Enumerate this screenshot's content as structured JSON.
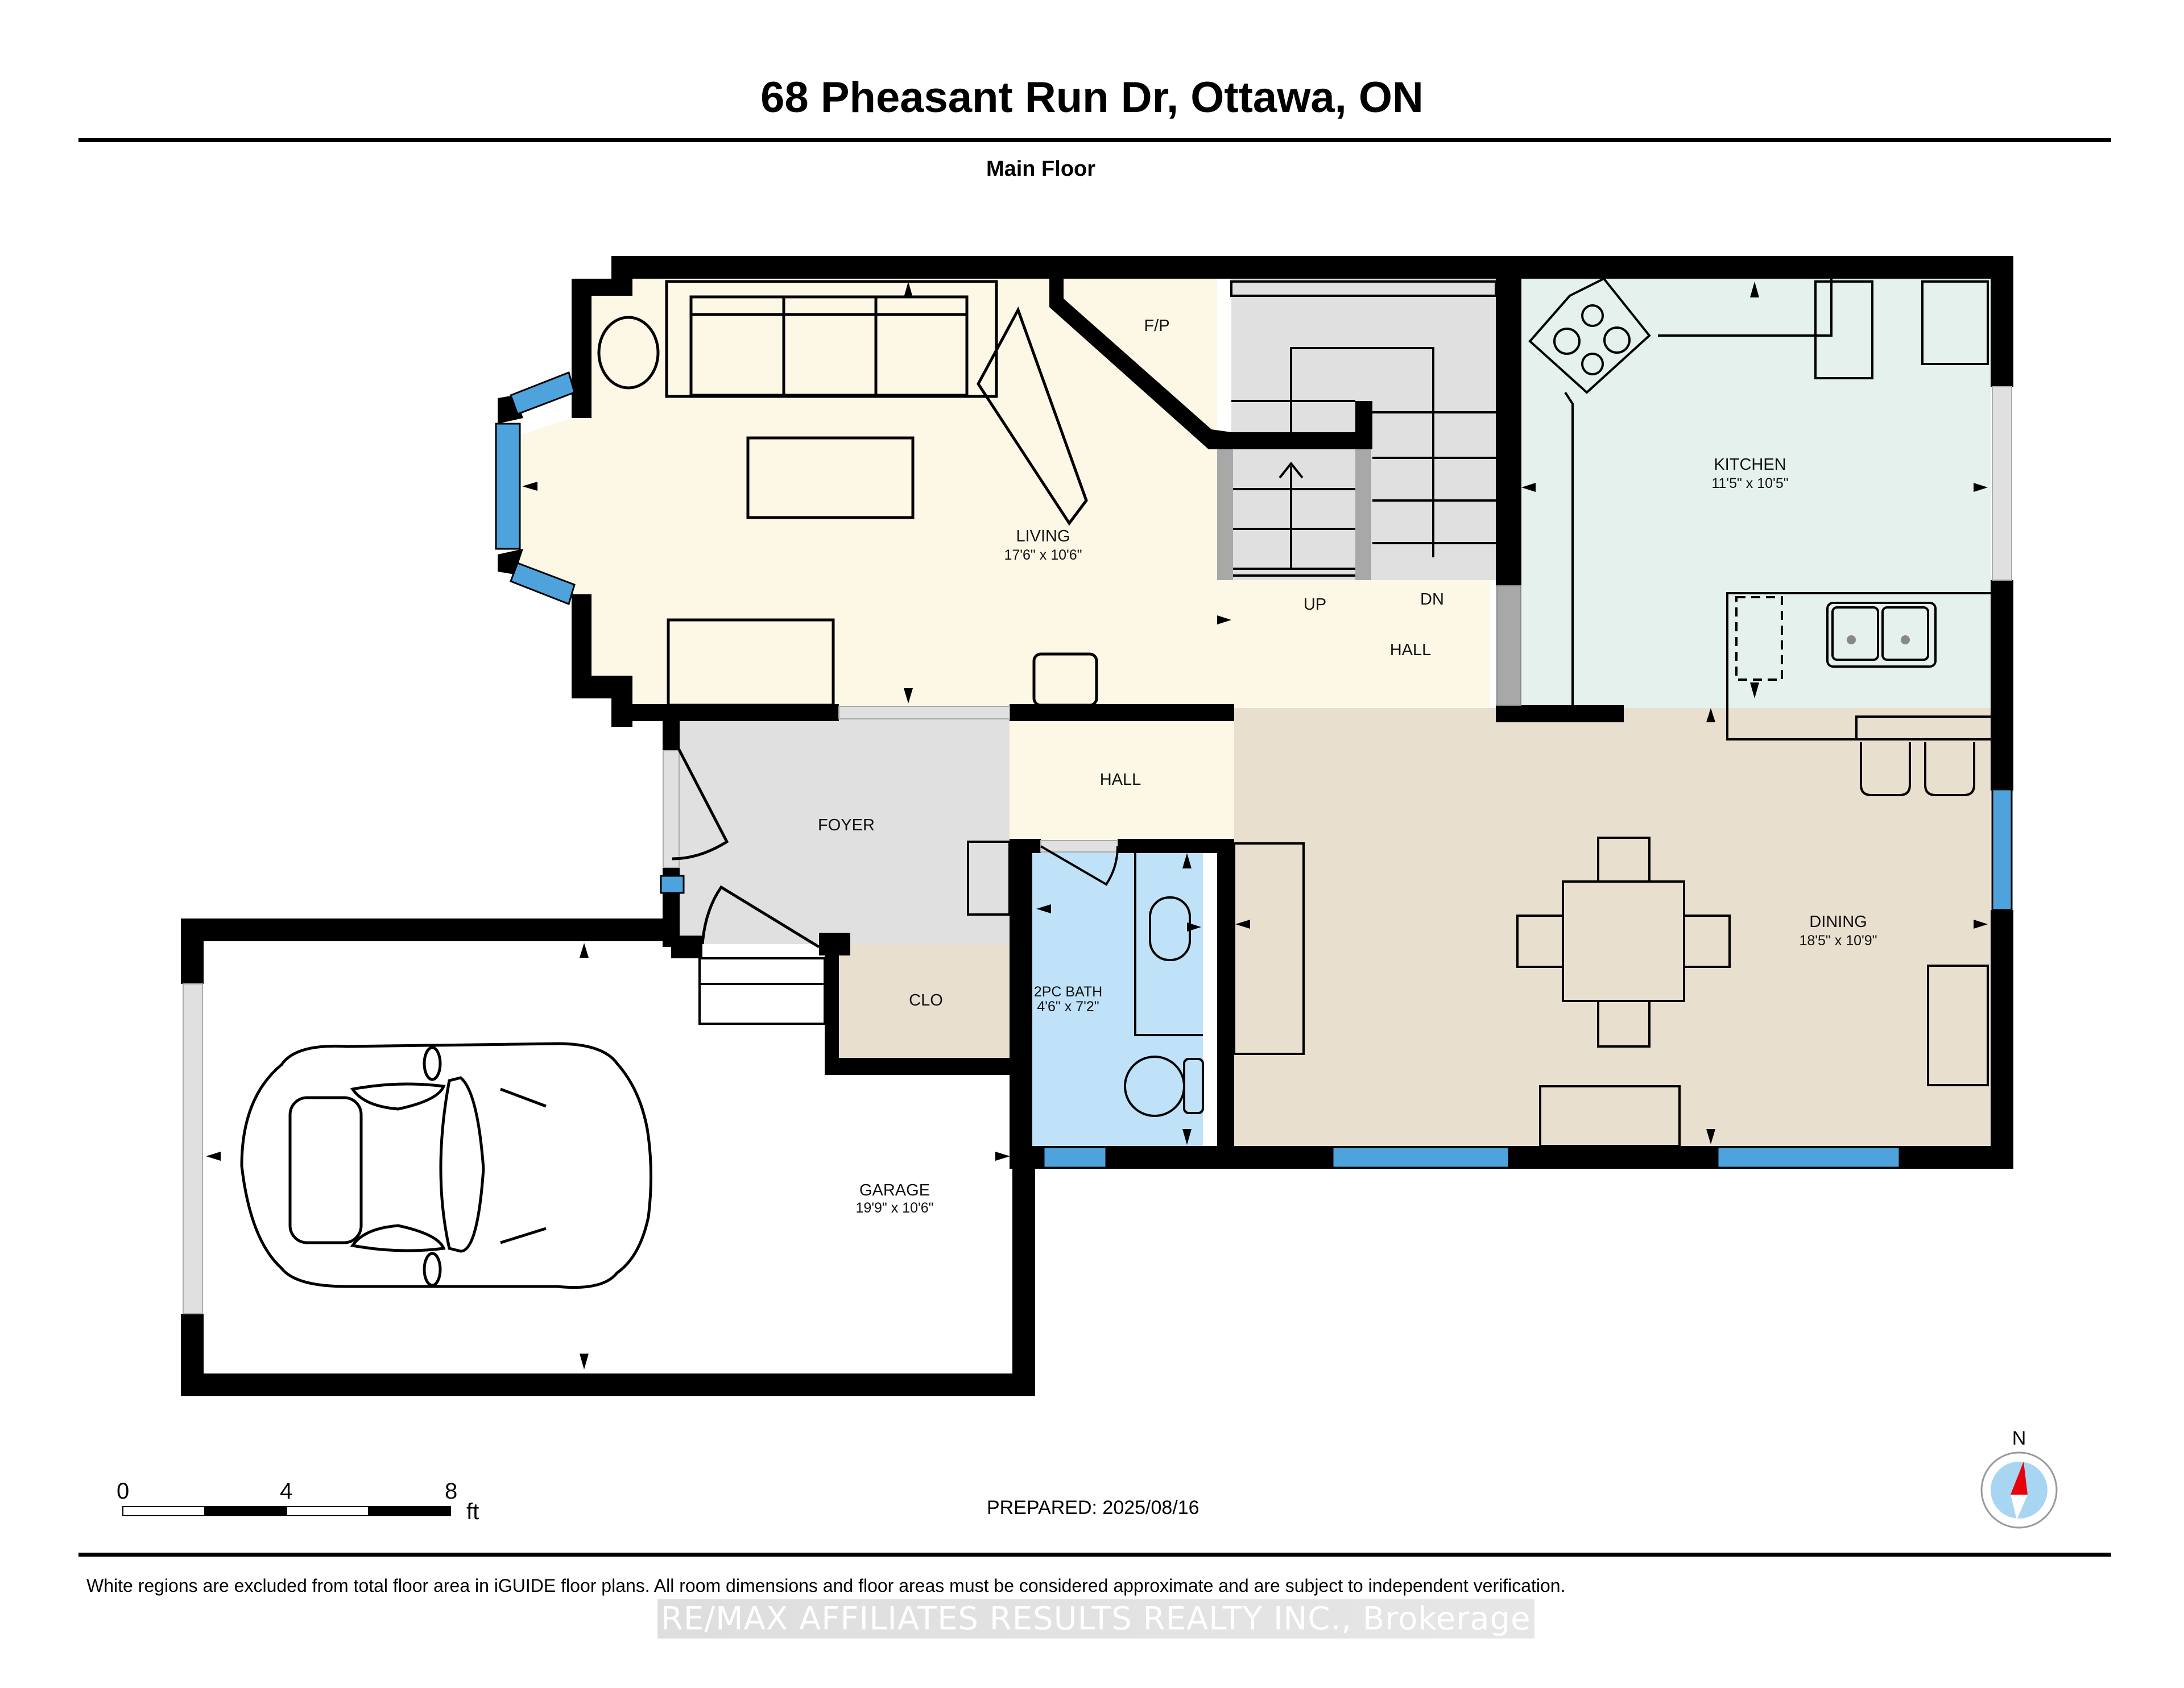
{
  "header": {
    "title": "68 Pheasant Run Dr, Ottawa, ON",
    "floor_label": "Main Floor"
  },
  "colors": {
    "wall": "#000000",
    "window": "#4fa3dc",
    "living_hall": "#fdf8e6",
    "foyer_stairs": "#e0e0e0",
    "kitchen": "#e4f1ec",
    "dining_closet": "#e8dfcf",
    "bath": "#bfe2f8",
    "garage": "#ffffff",
    "door_gray": "#a8a8a8",
    "compass_red": "#e8000b",
    "compass_blue": "#a8d6f2"
  },
  "rooms": {
    "living": {
      "name": "LIVING",
      "dimensions": "17'6\" x 10'6\""
    },
    "fireplace": {
      "name": "F/P"
    },
    "stairs_up": {
      "name": "UP"
    },
    "stairs_down": {
      "name": "DN"
    },
    "hall_upper": {
      "name": "HALL"
    },
    "kitchen": {
      "name": "KITCHEN",
      "dimensions": "11'5\" x 10'5\""
    },
    "foyer": {
      "name": "FOYER"
    },
    "hall_lower": {
      "name": "HALL"
    },
    "dining": {
      "name": "DINING",
      "dimensions": "18'5\" x 10'9\""
    },
    "closet": {
      "name": "CLO"
    },
    "bath": {
      "name": "2PC BATH",
      "dimensions": "4'6\" x 7'2\""
    },
    "garage": {
      "name": "GARAGE",
      "dimensions": "19'9\" x 10'6\""
    }
  },
  "scale_bar": {
    "ticks": [
      "0",
      "4",
      "8"
    ],
    "unit": "ft"
  },
  "prepared": "PREPARED: 2025/08/16",
  "compass": {
    "label": "N"
  },
  "footer": {
    "disclaimer": "White regions are excluded from total floor area in iGUIDE floor plans. All room dimensions and floor areas must be considered approximate and are subject to independent verification.",
    "watermark": "RE/MAX AFFILIATES RESULTS REALTY INC., Brokerage"
  }
}
